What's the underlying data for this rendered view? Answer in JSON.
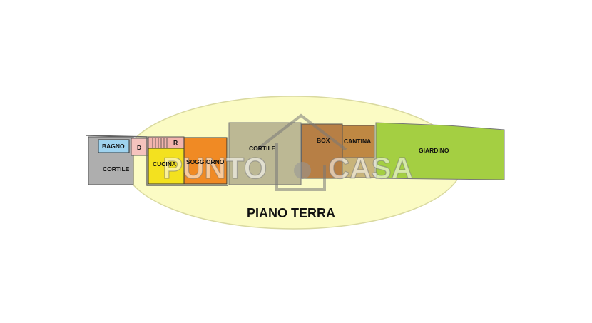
{
  "floor_title": "PIANO TERRA",
  "watermark": {
    "left": "PUNTO",
    "right": "CASA"
  },
  "rooms": {
    "bagno": "BAGNO",
    "d": "D",
    "r": "R",
    "cortile_left": "CORTILE",
    "cucina": "CUCINA",
    "soggiorno": "SOGGIORNO",
    "cortile_center": "CORTILE",
    "box": "BOX",
    "cantina": "CANTINA",
    "giardino": "GIARDINO"
  },
  "colors": {
    "oval": "#fbfbc4",
    "bagno": "#9fd3ef",
    "cortile": "#aeaeae",
    "cucina": "#f3e11f",
    "soggiorno": "#f08a24",
    "box": "#b77f45",
    "cantina": "#bf8843",
    "giardino": "#a4cf42",
    "stair": "#f2b4ad"
  }
}
